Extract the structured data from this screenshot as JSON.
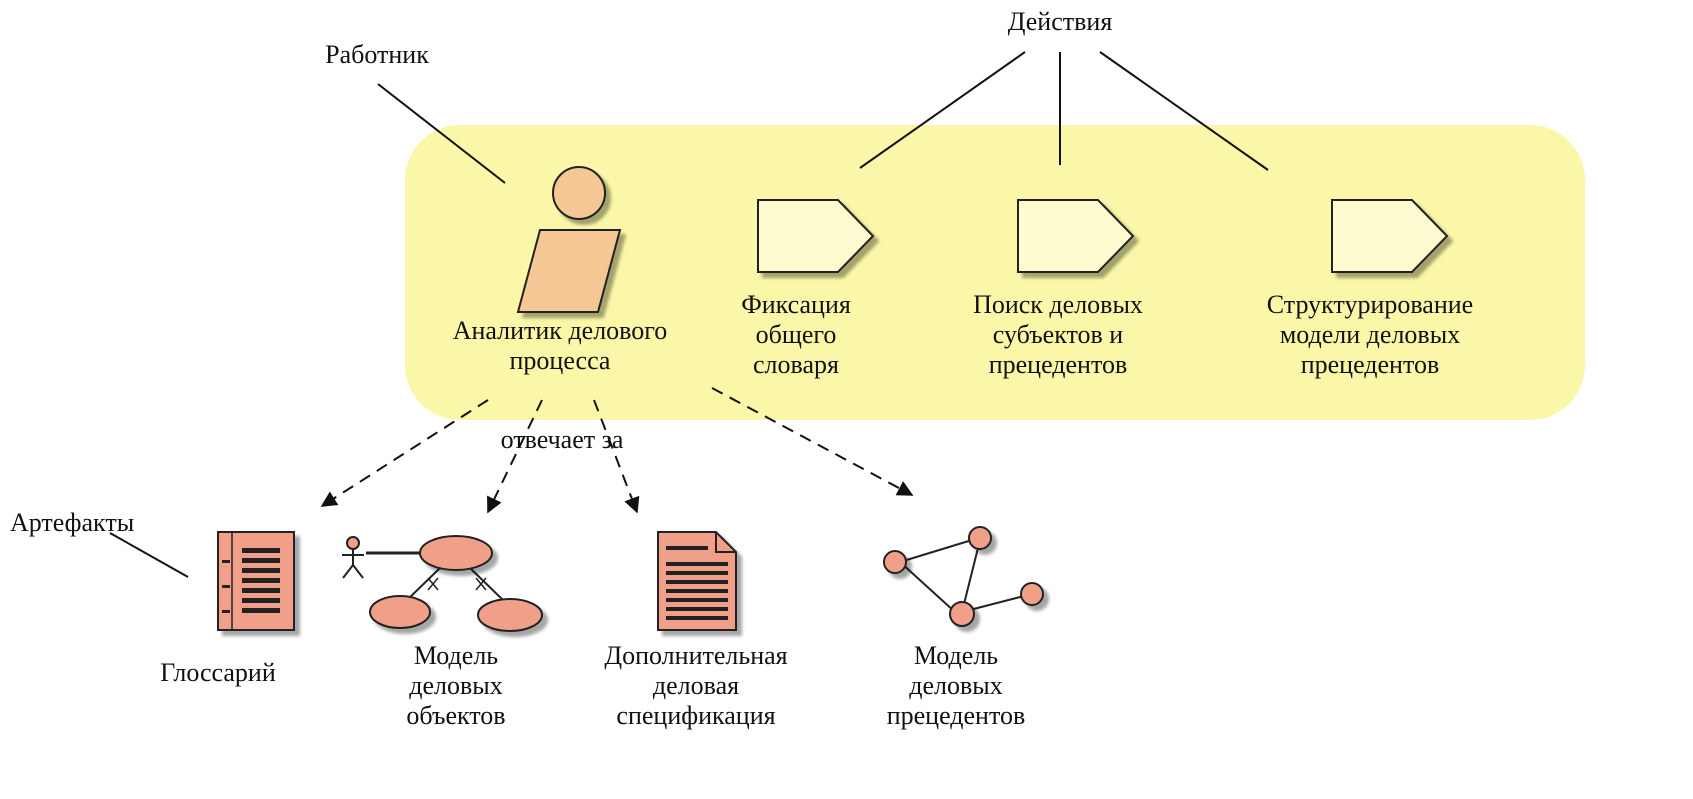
{
  "callouts": {
    "worker": "Работник",
    "actions": "Действия",
    "artifacts": "Артефакты",
    "responsible_for": "отвечает за"
  },
  "worker_name": [
    "Аналитик делового",
    "процесса"
  ],
  "activities": [
    [
      "Фиксация",
      "общего",
      "словаря"
    ],
    [
      "Поиск деловых",
      "субъектов и",
      "прецедентов"
    ],
    [
      "Структурирование",
      "модели деловых",
      "прецедентов"
    ]
  ],
  "artifacts": [
    [
      "Глоссарий"
    ],
    [
      "Модель",
      "деловых",
      "объектов"
    ],
    [
      "Дополнительная",
      "деловая",
      "спецификация"
    ],
    [
      "Модель",
      "деловых",
      "прецедентов"
    ]
  ],
  "colors": {
    "region_fill": "#fbf7a8",
    "worker_fill": "#f4c795",
    "activity_fill": "#fdfbcf",
    "artifact_fill": "#f0a088",
    "line": "#111111"
  }
}
